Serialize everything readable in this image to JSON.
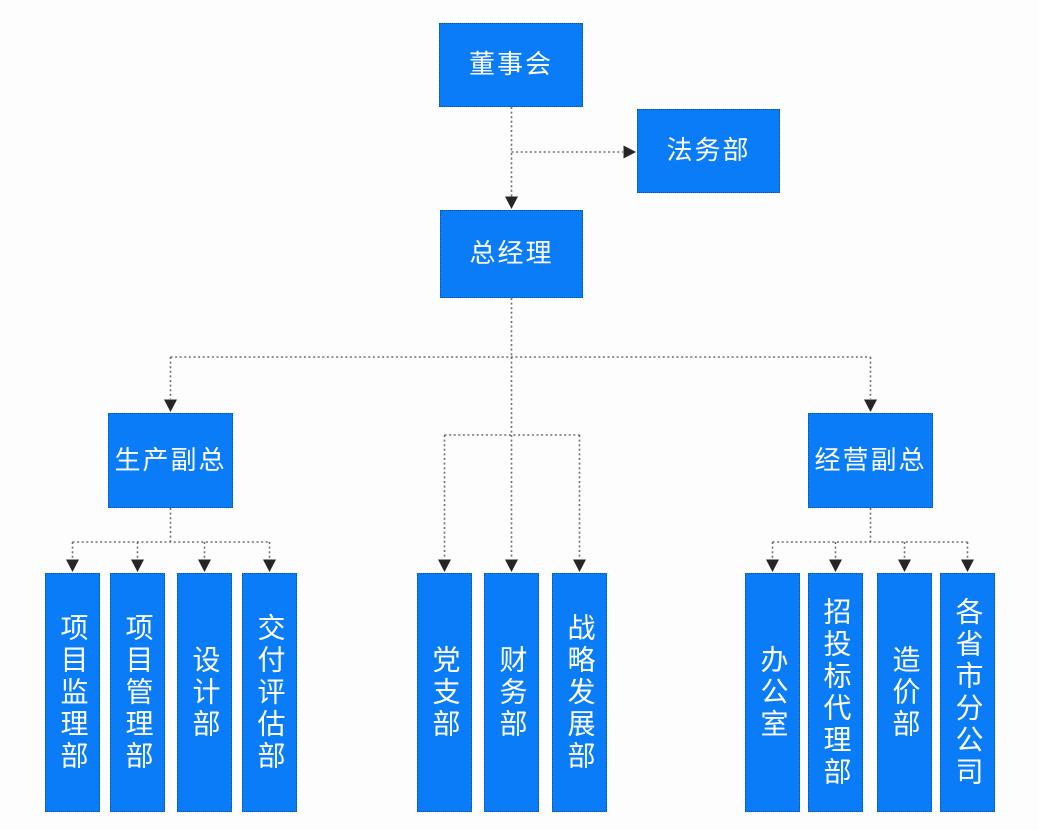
{
  "diagram": {
    "type": "org-chart",
    "nodes": {
      "board": {
        "label": "董事会"
      },
      "legal": {
        "label": "法务部"
      },
      "general_manager": {
        "label": "总经理"
      },
      "production_vp": {
        "label": "生产副总"
      },
      "operations_vp": {
        "label": "经营副总"
      }
    },
    "production_departments": [
      {
        "label": "项目监理部"
      },
      {
        "label": "项目管理部"
      },
      {
        "label": "设计部"
      },
      {
        "label": "交付评估部"
      }
    ],
    "gm_departments": [
      {
        "label": "党支部"
      },
      {
        "label": "财务部"
      },
      {
        "label": "战略发展部"
      }
    ],
    "operations_departments": [
      {
        "label": "办公室"
      },
      {
        "label": "招投标代理部"
      },
      {
        "label": "造价部"
      },
      {
        "label": "各省市分公司"
      }
    ],
    "edges": [
      {
        "from": "董事会",
        "to": "法务部"
      },
      {
        "from": "董事会",
        "to": "总经理"
      },
      {
        "from": "总经理",
        "to": "生产副总"
      },
      {
        "from": "总经理",
        "to": "党支部"
      },
      {
        "from": "总经理",
        "to": "财务部"
      },
      {
        "from": "总经理",
        "to": "战略发展部"
      },
      {
        "from": "总经理",
        "to": "经营副总"
      },
      {
        "from": "生产副总",
        "to": "项目监理部"
      },
      {
        "from": "生产副总",
        "to": "项目管理部"
      },
      {
        "from": "生产副总",
        "to": "设计部"
      },
      {
        "from": "生产副总",
        "to": "交付评估部"
      },
      {
        "from": "经营副总",
        "to": "办公室"
      },
      {
        "from": "经营副总",
        "to": "招投标代理部"
      },
      {
        "from": "经营副总",
        "to": "造价部"
      },
      {
        "from": "经营副总",
        "to": "各省市分公司"
      }
    ],
    "colors": {
      "node_fill": "#0a7cf8",
      "node_text": "#ffffff",
      "connector": "#6f6f6f",
      "arrowhead": "#262626",
      "background": "#fdfdfd"
    }
  }
}
